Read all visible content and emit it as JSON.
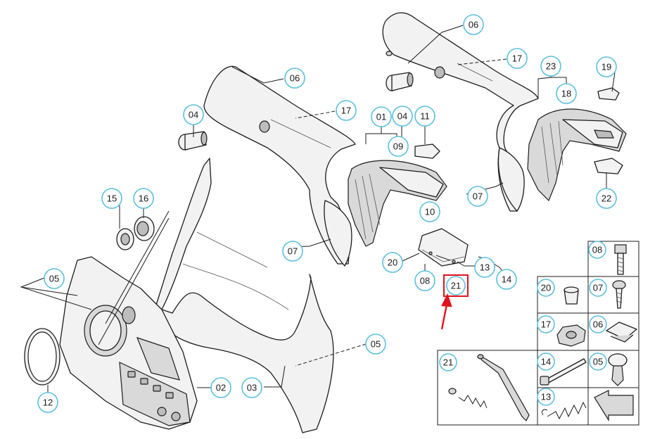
{
  "diagram": {
    "callouts": {
      "c06a": "06",
      "c17a": "17",
      "c23": "23",
      "c19": "19",
      "c18": "18",
      "c06b": "06",
      "c17b": "17",
      "c04a": "04",
      "c01": "01",
      "c04b": "04",
      "c11": "11",
      "c09": "09",
      "c07a": "07",
      "c22": "22",
      "c15": "15",
      "c16": "16",
      "c10": "10",
      "c20a": "20",
      "c13a": "13",
      "c08a": "08",
      "c14a": "14",
      "c21a": "21",
      "c07b": "07",
      "c05a": "05",
      "c05b": "05",
      "c12": "12",
      "c02": "02",
      "c03": "03",
      "t08": "08",
      "t20": "20",
      "t07": "07",
      "t17": "17",
      "t06": "06",
      "t14": "14",
      "t05": "05",
      "t21": "21",
      "t13": "13"
    },
    "highlighted_callout": "21",
    "highlight_color": "#e0141e",
    "callout_ring_color": "#5bc0de"
  }
}
